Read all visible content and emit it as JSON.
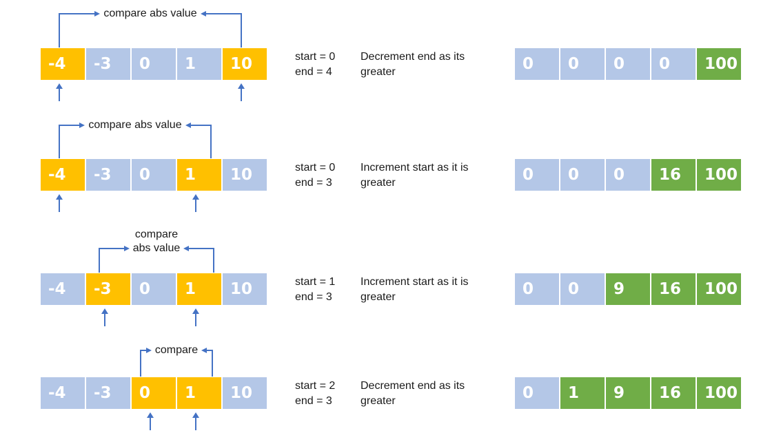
{
  "diagram": {
    "colors": {
      "highlight_cell": "#FFC000",
      "neutral_cell": "#B4C7E7",
      "result_cell": "#70AD47",
      "arrow": "#4472C4",
      "text": "#1A1A1A",
      "cell_text": "#FFFFFF"
    },
    "rows": [
      {
        "compare_label_lines": [
          "compare abs value"
        ],
        "input_cells": [
          {
            "value": "-4",
            "highlight": true
          },
          {
            "value": "-3",
            "highlight": false
          },
          {
            "value": "0",
            "highlight": false
          },
          {
            "value": "1",
            "highlight": false
          },
          {
            "value": "10",
            "highlight": true
          }
        ],
        "start_text": "start = 0",
        "end_text": "end = 4",
        "action_text": "Decrement end as its greater",
        "output_cells": [
          {
            "value": "0",
            "state": "neutral"
          },
          {
            "value": "0",
            "state": "neutral"
          },
          {
            "value": "0",
            "state": "neutral"
          },
          {
            "value": "0",
            "state": "neutral"
          },
          {
            "value": "100",
            "state": "result"
          }
        ]
      },
      {
        "compare_label_lines": [
          "compare abs value"
        ],
        "input_cells": [
          {
            "value": "-4",
            "highlight": true
          },
          {
            "value": "-3",
            "highlight": false
          },
          {
            "value": "0",
            "highlight": false
          },
          {
            "value": "1",
            "highlight": true
          },
          {
            "value": "10",
            "highlight": false
          }
        ],
        "start_text": "start = 0",
        "end_text": "end = 3",
        "action_text": "Increment start as it is greater",
        "output_cells": [
          {
            "value": "0",
            "state": "neutral"
          },
          {
            "value": "0",
            "state": "neutral"
          },
          {
            "value": "0",
            "state": "neutral"
          },
          {
            "value": "16",
            "state": "result"
          },
          {
            "value": "100",
            "state": "result"
          }
        ]
      },
      {
        "compare_label_lines": [
          "compare",
          "abs value"
        ],
        "input_cells": [
          {
            "value": "-4",
            "highlight": false
          },
          {
            "value": "-3",
            "highlight": true
          },
          {
            "value": "0",
            "highlight": false
          },
          {
            "value": "1",
            "highlight": true
          },
          {
            "value": "10",
            "highlight": false
          }
        ],
        "start_text": "start = 1",
        "end_text": "end = 3",
        "action_text": "Increment start as it is greater",
        "output_cells": [
          {
            "value": "0",
            "state": "neutral"
          },
          {
            "value": "0",
            "state": "neutral"
          },
          {
            "value": "9",
            "state": "result"
          },
          {
            "value": "16",
            "state": "result"
          },
          {
            "value": "100",
            "state": "result"
          }
        ]
      },
      {
        "compare_label_lines": [
          "compare"
        ],
        "input_cells": [
          {
            "value": "-4",
            "highlight": false
          },
          {
            "value": "-3",
            "highlight": false
          },
          {
            "value": "0",
            "highlight": true
          },
          {
            "value": "1",
            "highlight": true
          },
          {
            "value": "10",
            "highlight": false
          }
        ],
        "start_text": "start = 2",
        "end_text": "end = 3",
        "action_text": "Decrement end as its greater",
        "output_cells": [
          {
            "value": "0",
            "state": "neutral"
          },
          {
            "value": "1",
            "state": "result"
          },
          {
            "value": "9",
            "state": "result"
          },
          {
            "value": "16",
            "state": "result"
          },
          {
            "value": "100",
            "state": "result"
          }
        ]
      }
    ]
  }
}
